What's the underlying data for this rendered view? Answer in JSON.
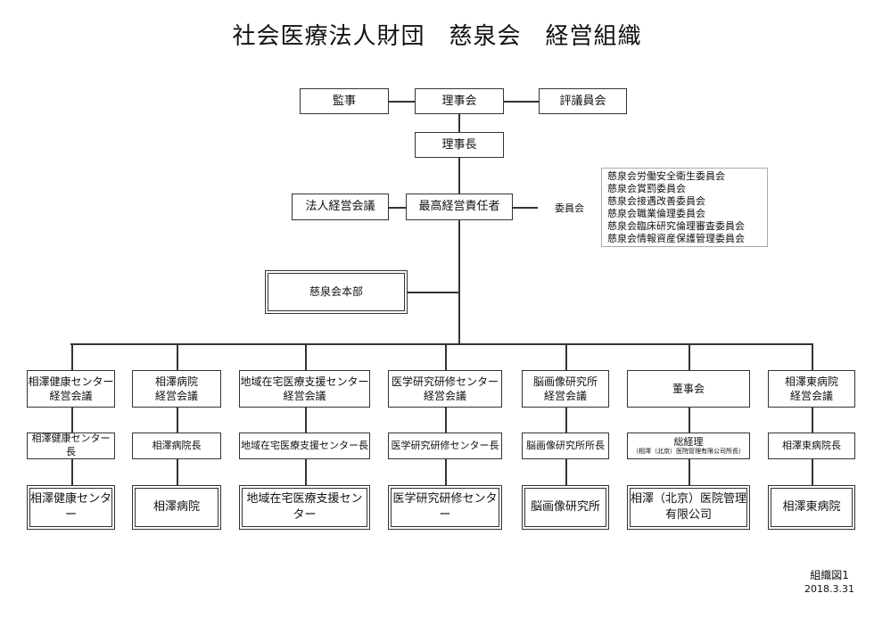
{
  "title": "社会医療法人財団　慈泉会　経営組織",
  "top": {
    "auditor": "監事",
    "board": "理事会",
    "councilors": "評議員会",
    "chairman": "理事長",
    "corporate_meeting": "法人経営会議",
    "ceo": "最高経営責任者",
    "committee_label": "委員会",
    "committees": [
      "慈泉会労働安全衛生委員会",
      "慈泉会賞罰委員会",
      "慈泉会接遇改善委員会",
      "慈泉会職業倫理委員会",
      "慈泉会臨床研究倫理審査委員会",
      "慈泉会情報資産保護管理委員会"
    ],
    "headquarters": "慈泉会本部"
  },
  "columns": [
    {
      "meeting": [
        "相澤健康センター",
        "経営会議"
      ],
      "head": "相澤健康センター長",
      "head_sub": "",
      "facility": [
        "相澤健康センター"
      ]
    },
    {
      "meeting": [
        "相澤病院",
        "経営会議"
      ],
      "head": "相澤病院長",
      "head_sub": "",
      "facility": [
        "相澤病院"
      ]
    },
    {
      "meeting": [
        "地域在宅医療支援センター",
        "経営会議"
      ],
      "head": "地域在宅医療支援センター長",
      "head_sub": "",
      "facility": [
        "地域在宅医療支援センター"
      ]
    },
    {
      "meeting": [
        "医学研究研修センター",
        "経営会議"
      ],
      "head": "医学研究研修センター長",
      "head_sub": "",
      "facility": [
        "医学研究研修センター"
      ]
    },
    {
      "meeting": [
        "脳画像研究所",
        "経営会議"
      ],
      "head": "脳画像研究所所長",
      "head_sub": "",
      "facility": [
        "脳画像研究所"
      ]
    },
    {
      "meeting": [
        "董事会"
      ],
      "head": "総経理",
      "head_sub": "（相澤（北京）医院管理有限公司所長）",
      "facility": [
        "相澤（北京）医院管理",
        "有限公司"
      ]
    },
    {
      "meeting": [
        "相澤東病院",
        "経営会議"
      ],
      "head": "相澤東病院長",
      "head_sub": "",
      "facility": [
        "相澤東病院"
      ]
    }
  ],
  "footer": {
    "figure": "組織図1",
    "date": "2018.3.31"
  }
}
